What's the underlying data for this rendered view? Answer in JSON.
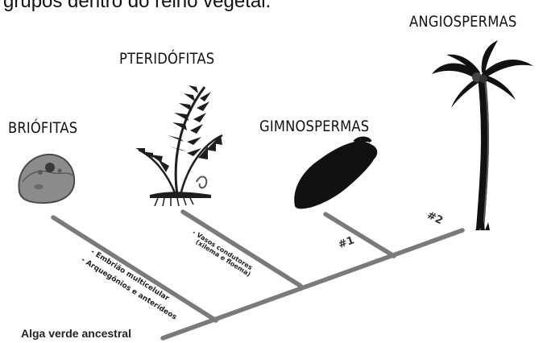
{
  "intro_text": "grupos dentro do reino vegetal.",
  "groups": {
    "briofitas": "BRIÓFITAS",
    "pteridofitas": "PTERIDÓFITAS",
    "gimnospermas": "GIMNOSPERMAS",
    "angiospermas": "ANGIOSPERMAS"
  },
  "root_label": "Alga verde ancestral",
  "traits": {
    "embriao": "- Embrião multicelular",
    "arquegonios": "- Arquegônios e anterídeos",
    "vasos": "- Vasos condutores",
    "xilema": "(xilema e floema)"
  },
  "nodes": {
    "n1": "#1",
    "n2": "#2"
  },
  "icons": [
    "moss-rock-icon",
    "fern-icon",
    "seed-icon",
    "palm-tree-icon"
  ],
  "colors": {
    "branch": "#7a7a7a",
    "text": "#111111"
  }
}
